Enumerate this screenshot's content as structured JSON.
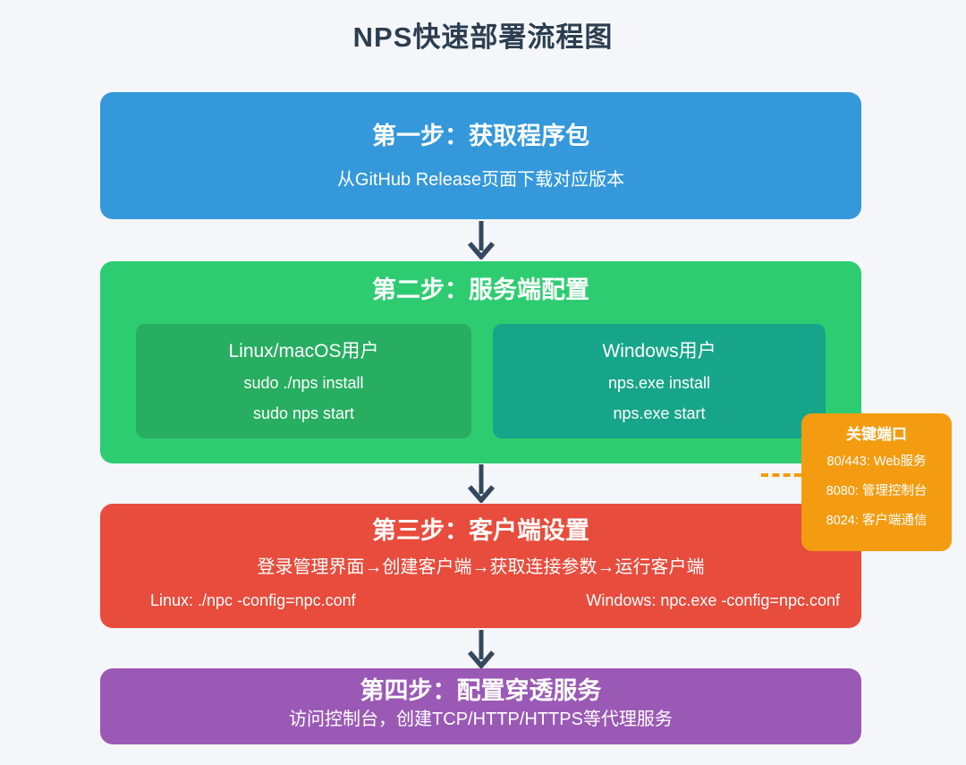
{
  "page": {
    "title": "NPS快速部署流程图",
    "background_color": "#f4f6fa",
    "title_color": "#2c3e50",
    "arrow_color": "#34495e"
  },
  "steps": [
    {
      "title": "第一步：获取程序包",
      "subtitle": "从GitHub Release页面下载对应版本",
      "color": "#3498db"
    },
    {
      "title": "第二步：服务端配置",
      "color": "#2ecc71",
      "sub_boxes": [
        {
          "title": "Linux/macOS用户",
          "lines": [
            "sudo ./nps install",
            "sudo nps start"
          ],
          "color": "#27ae60"
        },
        {
          "title": "Windows用户",
          "lines": [
            "nps.exe install",
            "nps.exe start"
          ],
          "color": "#17a589"
        }
      ]
    },
    {
      "title": "第三步：客户端设置",
      "subtitle": "登录管理界面→创建客户端→获取连接参数→运行客户端",
      "commands": {
        "linux": "Linux: ./npc -config=npc.conf",
        "windows": "Windows: npc.exe -config=npc.conf"
      },
      "color": "#e74c3c"
    },
    {
      "title": "第四步：配置穿透服务",
      "subtitle": "访问控制台，创建TCP/HTTP/HTTPS等代理服务",
      "color": "#9b59b6"
    }
  ],
  "ports_note": {
    "title": "关键端口",
    "items": [
      "80/443: Web服务",
      "8080: 管理控制台",
      "8024: 客户端通信"
    ],
    "color": "#f39c12"
  }
}
